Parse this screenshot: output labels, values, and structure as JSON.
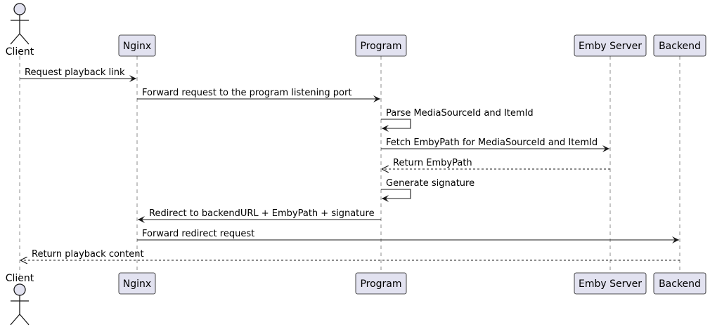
{
  "participants": [
    {
      "id": "client",
      "name": "Client",
      "kind": "actor"
    },
    {
      "id": "nginx",
      "name": "Nginx",
      "kind": "participant"
    },
    {
      "id": "program",
      "name": "Program",
      "kind": "participant"
    },
    {
      "id": "emby",
      "name": "Emby Server",
      "kind": "participant"
    },
    {
      "id": "backend",
      "name": "Backend",
      "kind": "participant"
    }
  ],
  "messages": [
    {
      "from": "client",
      "to": "nginx",
      "label": "Request playback link",
      "style": "solid"
    },
    {
      "from": "nginx",
      "to": "program",
      "label": "Forward request to the program listening port",
      "style": "solid"
    },
    {
      "from": "program",
      "to": "program",
      "label": "Parse MediaSourceId and ItemId",
      "style": "solid"
    },
    {
      "from": "program",
      "to": "emby",
      "label": "Fetch EmbyPath for MediaSourceId and ItemId",
      "style": "solid"
    },
    {
      "from": "emby",
      "to": "program",
      "label": "Return EmbyPath",
      "style": "dashed"
    },
    {
      "from": "program",
      "to": "program",
      "label": "Generate signature",
      "style": "solid"
    },
    {
      "from": "program",
      "to": "nginx",
      "label": "Redirect to backendURL + EmbyPath + signature",
      "style": "solid"
    },
    {
      "from": "nginx",
      "to": "backend",
      "label": "Forward redirect request",
      "style": "solid"
    },
    {
      "from": "backend",
      "to": "client",
      "label": "Return playback content",
      "style": "dashed"
    }
  ],
  "colors": {
    "box_fill": "#E2E2F0",
    "box_stroke": "#181818",
    "lifeline": "#181818",
    "arrow": "#181818"
  }
}
